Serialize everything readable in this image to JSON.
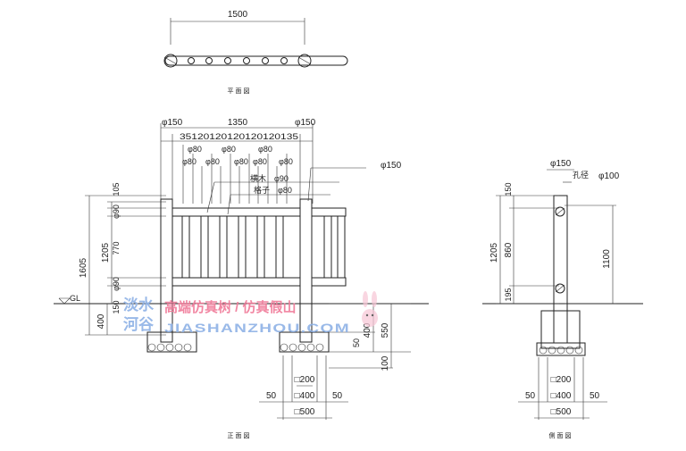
{
  "plan": {
    "title": "平面図",
    "width_label": "1500"
  },
  "front": {
    "title": "正面図",
    "post_dia_left": "φ150",
    "post_dia_right": "φ150",
    "span_label": "1350",
    "spacing_label": "35120120120120120135",
    "baluster_dia_labels": [
      "φ80",
      "φ80",
      "φ80",
      "φ80",
      "φ80",
      "φ80",
      "φ80",
      "φ80"
    ],
    "callout_post": "φ150",
    "callout_rail_name": "横木",
    "callout_rail_dia": "φ90",
    "callout_baluster_name": "格子",
    "callout_baluster_dia": "φ80",
    "left_dims": [
      "105",
      "φ90",
      "770",
      "φ90",
      "150"
    ],
    "dim_1205": "1205",
    "dim_1605": "1605",
    "dim_400": "400",
    "gl_label": "GL",
    "right_dims": [
      "400",
      "550",
      "50",
      "100"
    ],
    "footing_labels": [
      "□200",
      "□400",
      "□500"
    ],
    "footing_margins": [
      "50",
      "50"
    ]
  },
  "side": {
    "title": "側面図",
    "post_dia": "φ150",
    "hole_label": "孔径",
    "hole_dia": "φ100",
    "left_dims": [
      "150",
      "860",
      "195"
    ],
    "dim_1205": "1205",
    "dim_1100": "1100",
    "footing_labels": [
      "□200",
      "□400",
      "□500"
    ],
    "footing_margins": [
      "50",
      "50"
    ]
  },
  "watermark": {
    "line1": "淡水",
    "line2": "河谷",
    "slogan": "高端仿真树 / 仿真假山",
    "url": "JIASHANZHOU.COM"
  }
}
